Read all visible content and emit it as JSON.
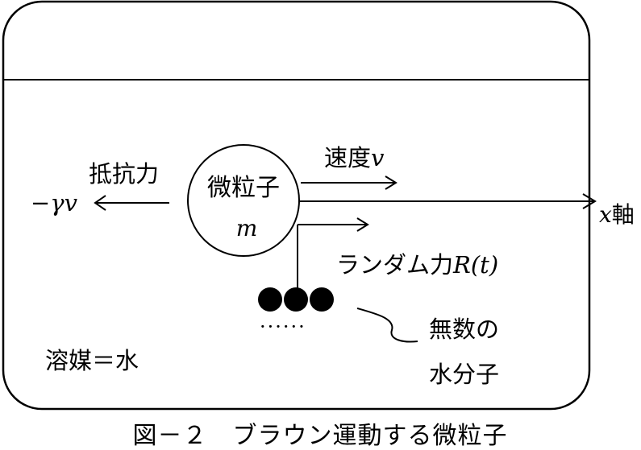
{
  "labels": {
    "particle": "微粒子",
    "particle_mass": "m",
    "velocity_prefix": "速度",
    "velocity_symbol": "v",
    "drag_force": "抵抗力",
    "drag_expression": "−γv",
    "axis_symbol": "x",
    "axis_suffix": "軸",
    "random_force_prefix": "ランダム力",
    "random_force_symbol": "R(t)",
    "dots": "······",
    "molecules_line1": "無数の",
    "molecules_line2": "水分子",
    "solvent": "溶媒＝水"
  },
  "caption": "図－２　ブラウン運動する微粒子",
  "colors": {
    "stroke": "#000000",
    "background": "#ffffff"
  }
}
